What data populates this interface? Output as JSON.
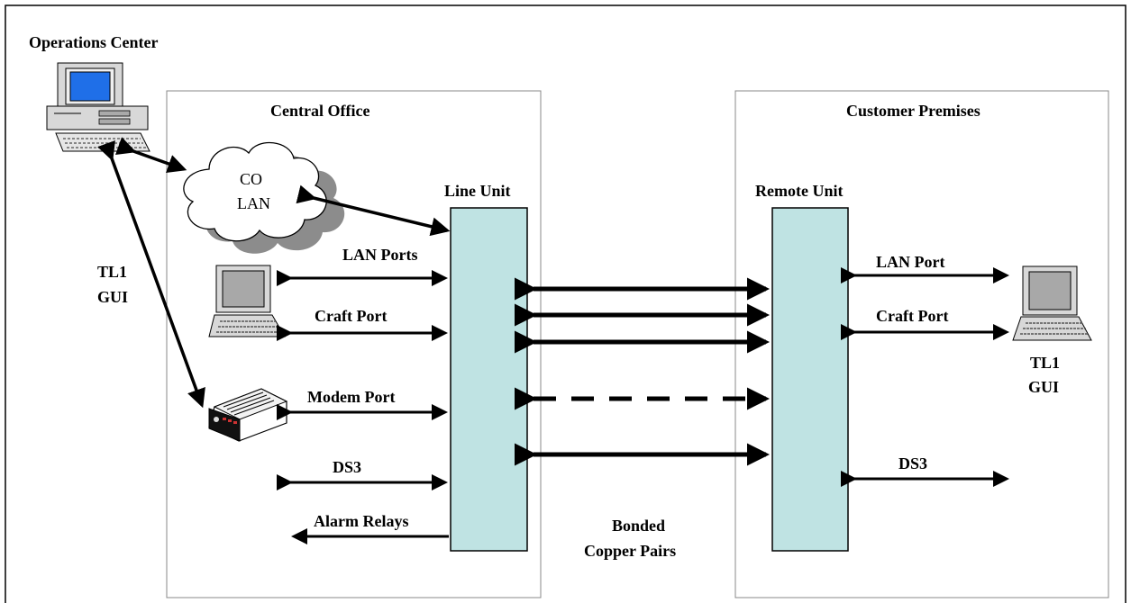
{
  "diagram": {
    "labels": {
      "operations_center": "Operations Center",
      "central_office": "Central Office",
      "customer_premises": "Customer Premises",
      "line_unit": "Line Unit",
      "remote_unit": "Remote Unit",
      "co_lan_line1": "CO",
      "co_lan_line2": "LAN",
      "tl1_left_line1": "TL1",
      "tl1_left_line2": "GUI",
      "tl1_right_line1": "TL1",
      "tl1_right_line2": "GUI",
      "lan_ports": "LAN Ports",
      "craft_port_left": "Craft Port",
      "modem_port": "Modem Port",
      "ds3_left": "DS3",
      "alarm_relays": "Alarm Relays",
      "lan_port_right": "LAN Port",
      "craft_port_right": "Craft Port",
      "ds3_right": "DS3",
      "bonded_line1": "Bonded",
      "bonded_line2": "Copper Pairs"
    },
    "colors": {
      "unit_fill": "#bfe3e3",
      "border": "#000000",
      "box_border": "#888888",
      "cloud_fill": "#ffffff",
      "cloud_shadow": "#8c8c8c",
      "screen": "#1f6fe8"
    },
    "icons": [
      "desktop-computer-icon",
      "laptop-icon",
      "modem-icon",
      "cloud-icon"
    ]
  }
}
